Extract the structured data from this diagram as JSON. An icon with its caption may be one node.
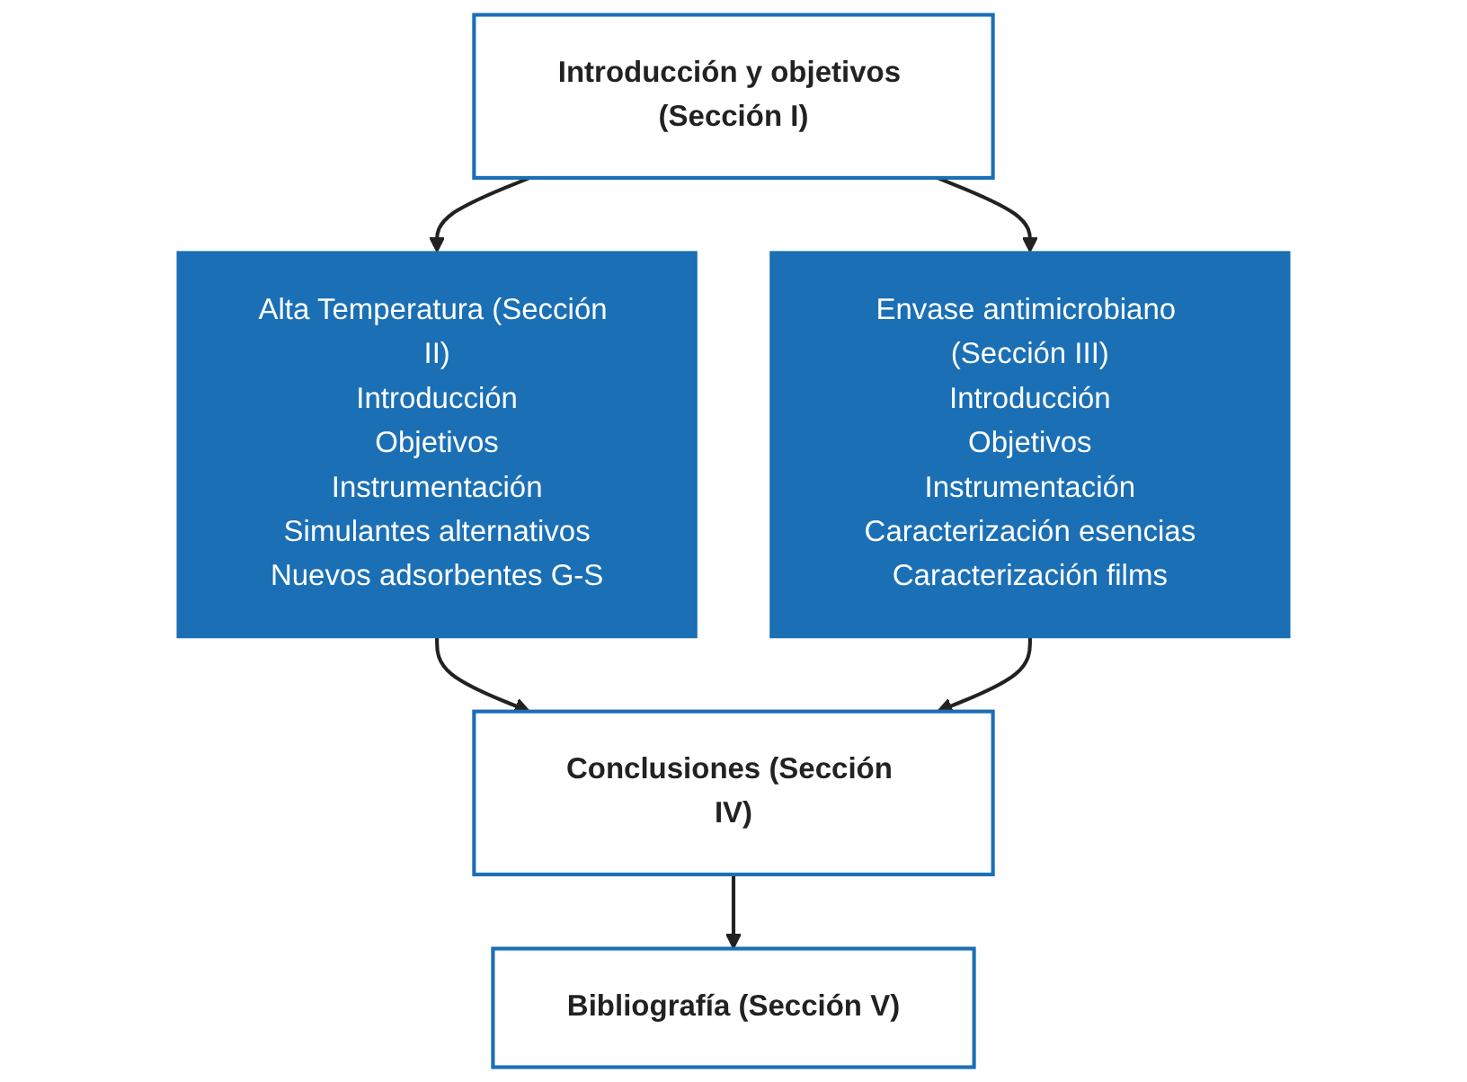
{
  "diagram": {
    "nodes": [
      {
        "text": [
          "Introducción y objetivos (Sección I)"
        ]
      },
      {
        "text": [
          "Alta Temperatura (Sección II)",
          "Introducción",
          "Objetivos",
          "Instrumentación",
          "Simulantes alternativos",
          "Nuevos adsorbentes G-S"
        ]
      },
      {
        "text": [
          "Envase antimicrobiano (Sección III)",
          "Introducción",
          "Objetivos",
          "Instrumentación",
          "Caracterización esencias",
          "Caracterización films"
        ]
      },
      {
        "text": [
          "Conclusiones (Sección IV)"
        ]
      },
      {
        "text": [
          "Bibliografía (Sección V)"
        ]
      }
    ],
    "edges": [
      {
        "from": 0,
        "to": 1,
        "arrow": "to"
      },
      {
        "from": 0,
        "to": 2,
        "arrow": "to"
      },
      {
        "from": 1,
        "to": 3,
        "arrow": "to"
      },
      {
        "from": 2,
        "to": 3,
        "arrow": "to"
      },
      {
        "from": 3,
        "to": 4,
        "arrow": "to"
      }
    ]
  }
}
